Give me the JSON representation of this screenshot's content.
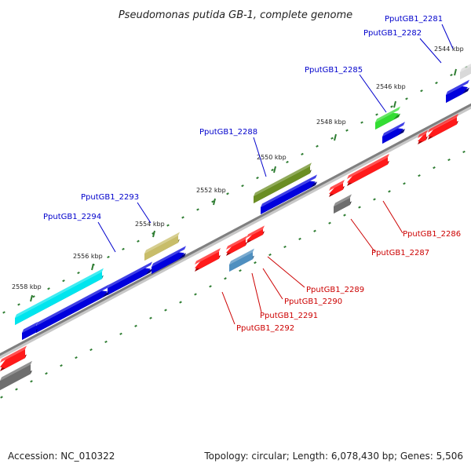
{
  "title": "Pseudomonas putida GB-1, complete genome",
  "footer": {
    "accession": "Accession: NC_010322",
    "summary": "Topology: circular; Length: 6,078,430 bp; Genes: 5,506"
  },
  "colors": {
    "forward_label": "#0000cc",
    "reverse_label": "#cc0000",
    "ruler_tick": "#2e7d32",
    "backbone": "#7f7f7f"
  },
  "ruler_labels": [
    "2544 kbp",
    "2546 kbp",
    "2548 kbp",
    "2550 kbp",
    "2552 kbp",
    "2554 kbp",
    "2556 kbp",
    "2558 kbp"
  ],
  "forward_gene_labels": [
    "PputGB1_2281",
    "PputGB1_2282",
    "PputGB1_2285",
    "PputGB1_2288",
    "PputGB1_2293",
    "PputGB1_2294"
  ],
  "reverse_gene_labels": [
    "PputGB1_2286",
    "PputGB1_2287",
    "PputGB1_2289",
    "PputGB1_2290",
    "PputGB1_2291",
    "PputGB1_2292"
  ]
}
